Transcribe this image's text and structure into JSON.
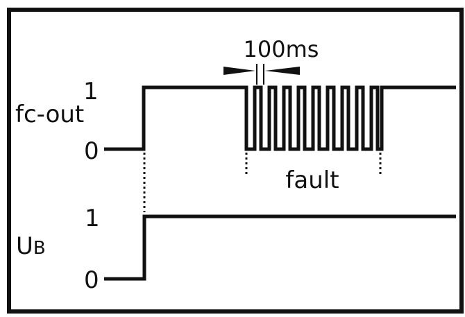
{
  "top_signal": {
    "name": "fc-out",
    "level_high": "1",
    "level_low": "0"
  },
  "bottom_signal": {
    "name_main": "U",
    "name_sub": "B",
    "level_high": "1",
    "level_low": "0"
  },
  "annotations": {
    "pulse_period": "100ms",
    "fault": "fault"
  },
  "colors": {
    "ink": "#111111",
    "background": "#ffffff"
  }
}
